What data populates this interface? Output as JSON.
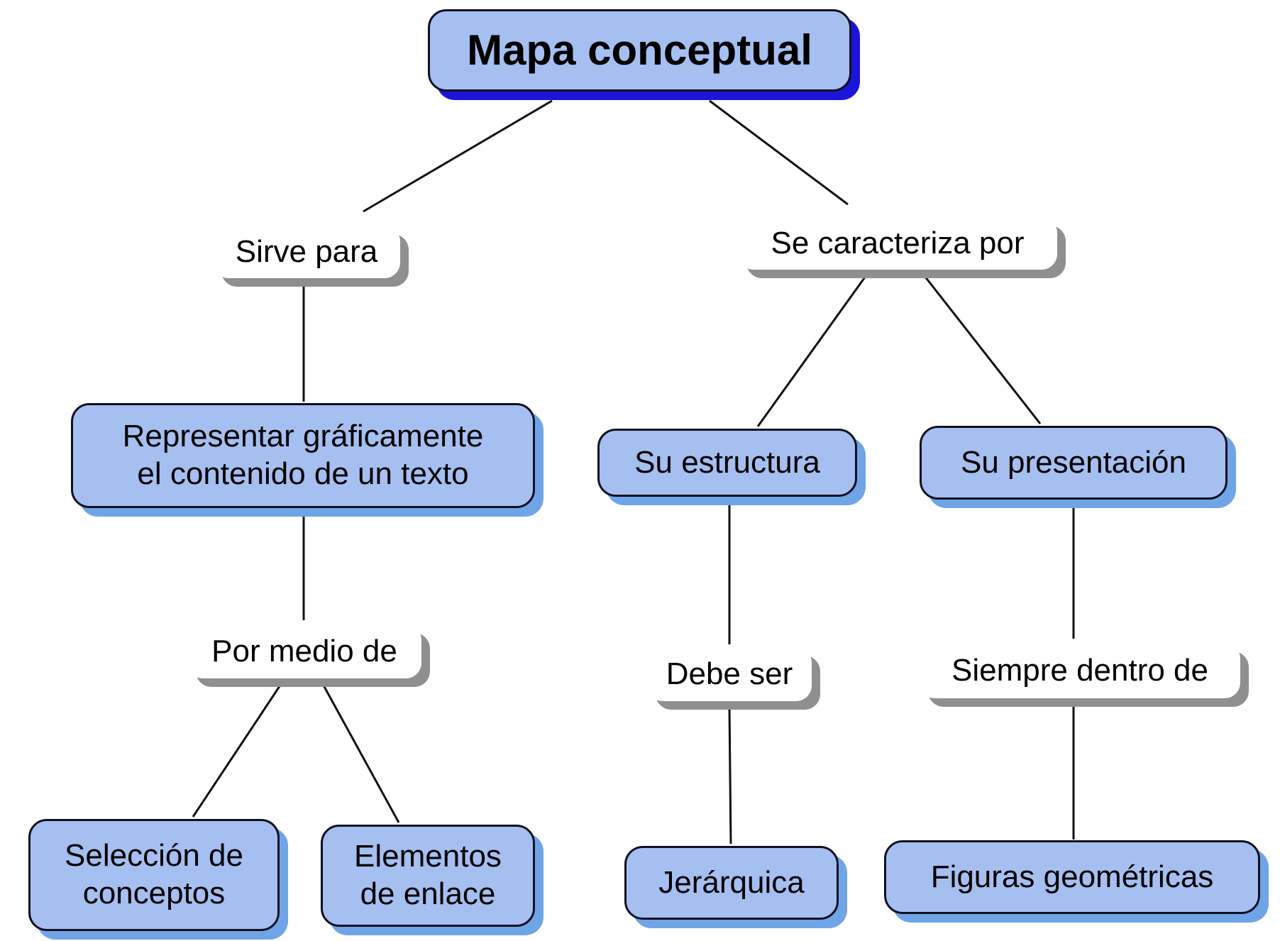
{
  "diagram": {
    "title": "Mapa conceptual",
    "colors": {
      "concept_fill": "#a6bff1",
      "concept_shadow": "#6fa5e6",
      "root_shadow": "#1c14d8",
      "link_shadow": "#8f8f8f",
      "border": "#0f1020"
    },
    "nodes": {
      "root": {
        "label": "Mapa conceptual",
        "type": "concept"
      },
      "sirve_para": {
        "label": "Sirve para",
        "type": "link"
      },
      "representar": {
        "label": "Representar gráficamente\nel contenido de un texto",
        "type": "concept"
      },
      "por_medio_de": {
        "label": "Por medio de",
        "type": "link"
      },
      "seleccion": {
        "label": "Selección de\nconceptos",
        "type": "concept"
      },
      "elementos": {
        "label": "Elementos\nde enlace",
        "type": "concept"
      },
      "se_caracteriza": {
        "label": "Se caracteriza por",
        "type": "link"
      },
      "estructura": {
        "label": "Su estructura",
        "type": "concept"
      },
      "presentacion": {
        "label": "Su presentación",
        "type": "concept"
      },
      "debe_ser": {
        "label": "Debe ser",
        "type": "link"
      },
      "siempre_dentro": {
        "label": "Siempre dentro de",
        "type": "link"
      },
      "jerarquica": {
        "label": "Jerárquica",
        "type": "concept"
      },
      "figuras": {
        "label": "Figuras geométricas",
        "type": "concept"
      }
    },
    "edges": [
      [
        "root",
        "sirve_para"
      ],
      [
        "root",
        "se_caracteriza"
      ],
      [
        "sirve_para",
        "representar"
      ],
      [
        "representar",
        "por_medio_de"
      ],
      [
        "por_medio_de",
        "seleccion"
      ],
      [
        "por_medio_de",
        "elementos"
      ],
      [
        "se_caracteriza",
        "estructura"
      ],
      [
        "se_caracteriza",
        "presentacion"
      ],
      [
        "estructura",
        "debe_ser"
      ],
      [
        "debe_ser",
        "jerarquica"
      ],
      [
        "presentacion",
        "siempre_dentro"
      ],
      [
        "siempre_dentro",
        "figuras"
      ]
    ]
  }
}
